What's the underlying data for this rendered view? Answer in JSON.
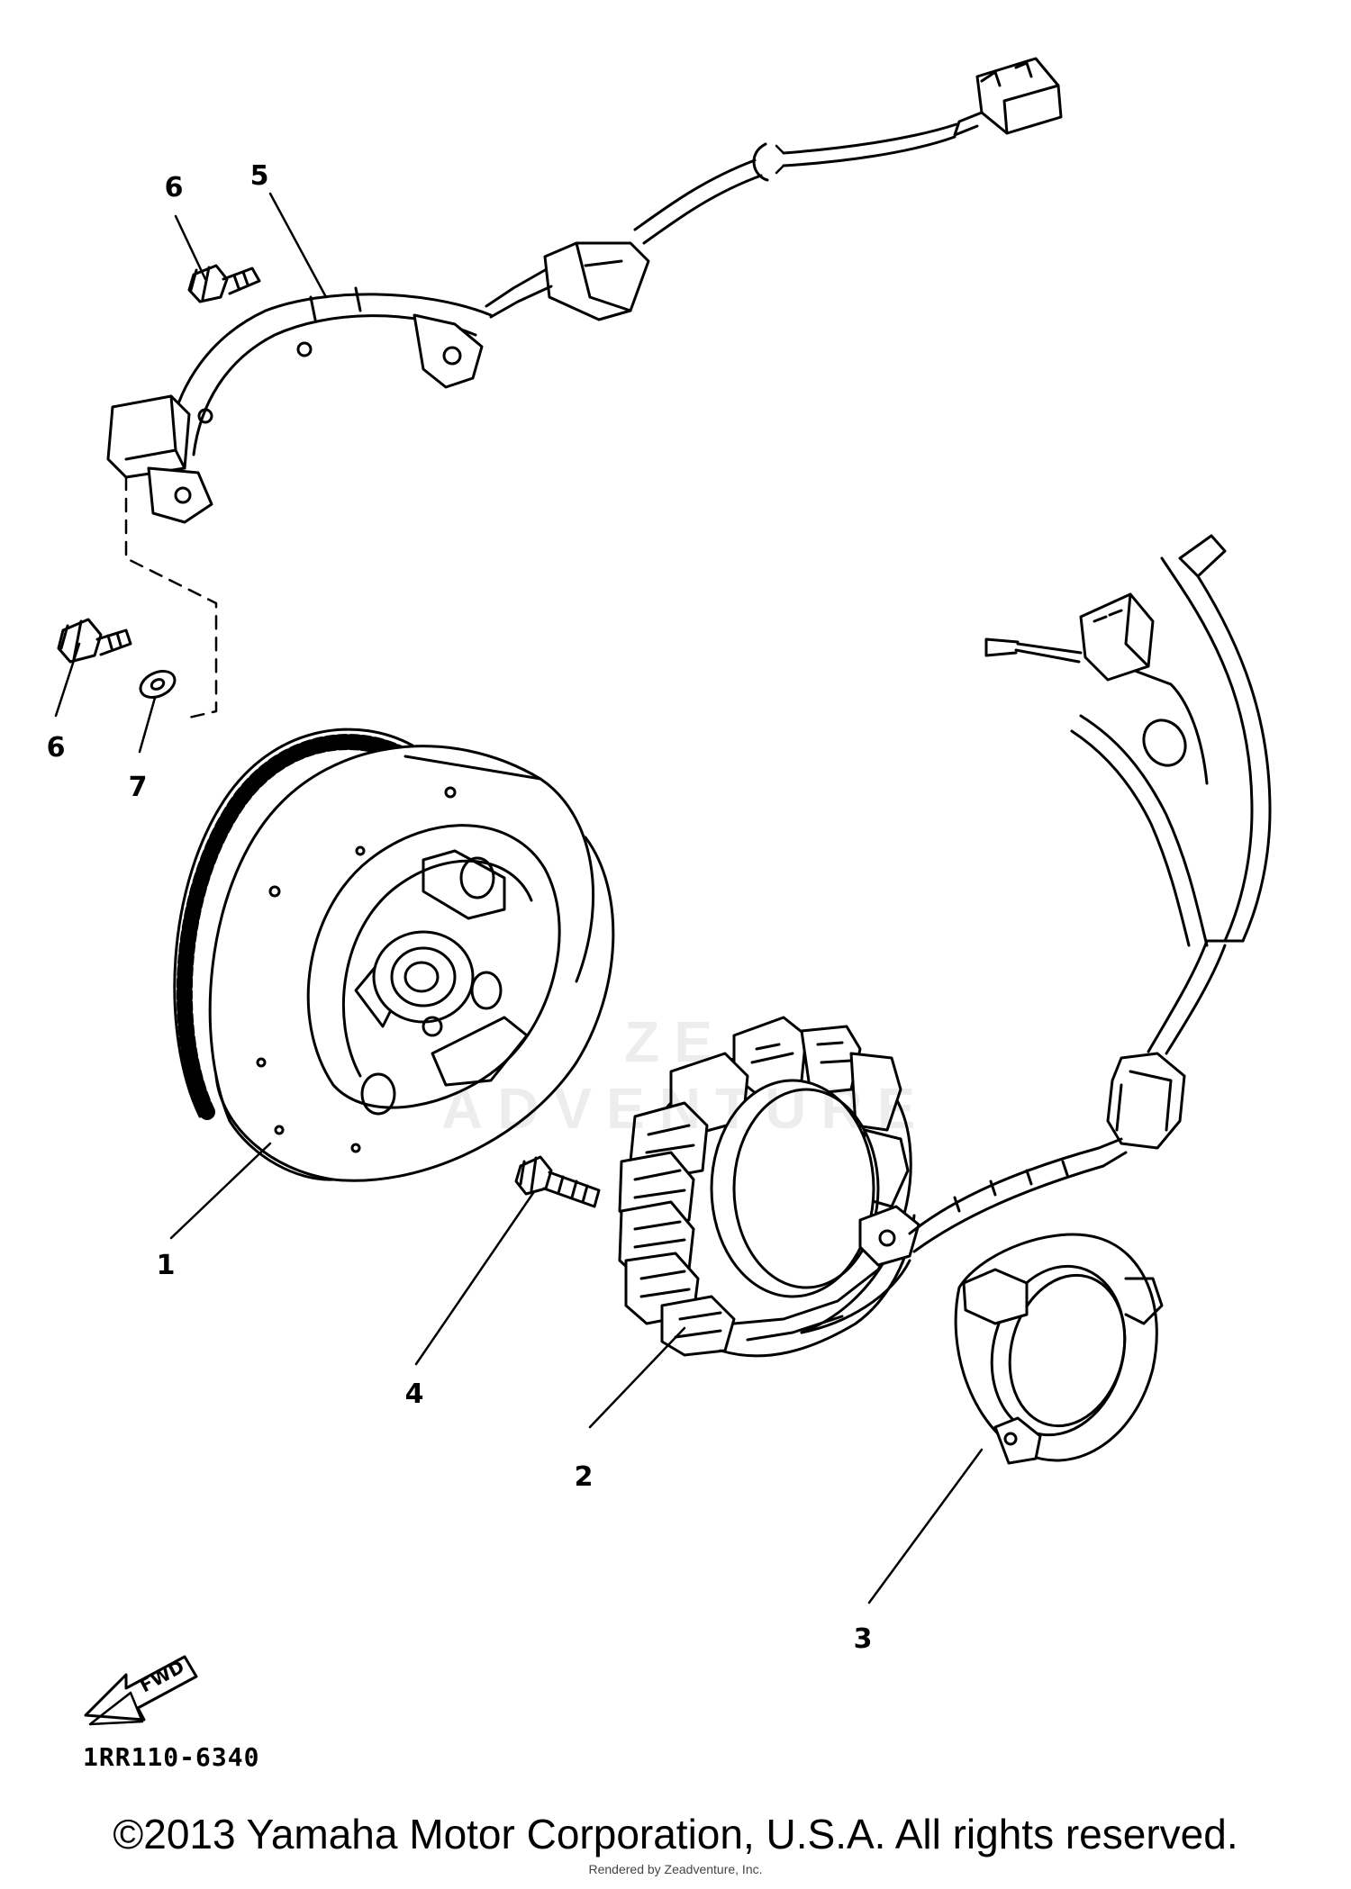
{
  "diagram": {
    "callouts": {
      "p1": "1",
      "p2": "2",
      "p3": "3",
      "p4": "4",
      "p5": "5",
      "p6a": "6",
      "p6b": "6",
      "p7": "7"
    },
    "fwd_label": "FWD",
    "code": "1RR110-6340"
  },
  "watermark": "ZE ADVENTURE",
  "footer": {
    "copyright": "©2013 Yamaha Motor Corporation, U.S.A. All rights reserved.",
    "credit": "Rendered by Zeadventure, Inc."
  }
}
